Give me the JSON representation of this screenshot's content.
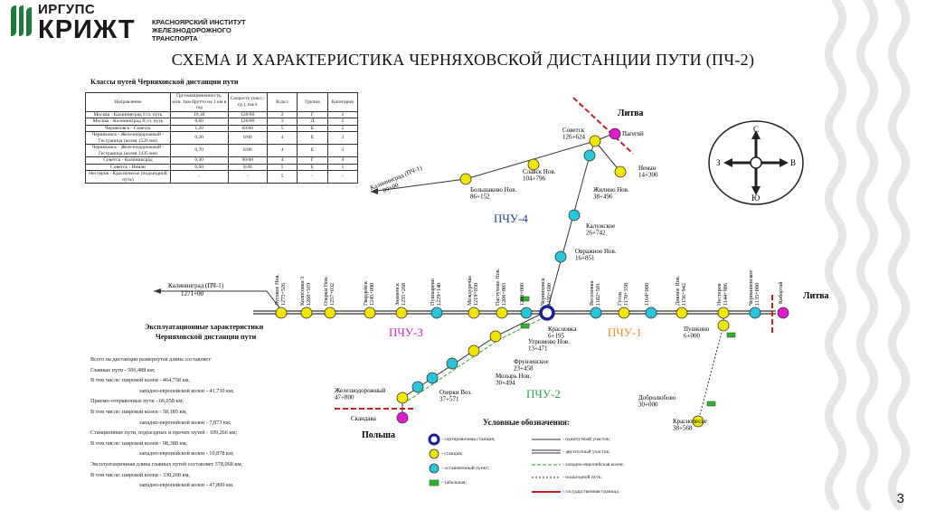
{
  "header": {
    "logo_top": "ИРГУПС",
    "logo_main": "КРИЖТ",
    "logo_sub": "КРАСНОЯРСКИЙ ИНСТИТУТ ЖЕЛЕЗНОДОРОЖНОГО ТРАНСПОРТА",
    "title": "СХЕМА И ХАРАКТЕРИСТИКА ЧЕРНЯХОВСКОЙ ДИСТАНЦИИ ПУТИ (ПЧ-2)"
  },
  "table": {
    "title": "Классы путей Черняховской дистанции пути",
    "headers": [
      "Направление",
      "Грузонапряженность, млн. ткм брутто на 1 км в год",
      "Скорость (пасс./гр.), км/ч",
      "Класс",
      "Группа",
      "Категория"
    ],
    "rows": [
      [
        "Москва - Калининград I гл. путь",
        "19,30",
        "120/80",
        "2",
        "Г",
        "2"
      ],
      [
        "Москва - Калининград II гл. путь",
        "8,60",
        "120/80",
        "3",
        "Д",
        "2"
      ],
      [
        "Черняховск - Советск",
        "1,20",
        "60/60",
        "5",
        "Е",
        "5"
      ],
      [
        "Черняховск - Железнодорожный - Гесграница (колея 1520 мм)",
        "0,20",
        "0/80",
        "4",
        "Е",
        "3"
      ],
      [
        "Черняховск - Железнодорожный - Гесграница (колея 1435 мм)",
        "0,70",
        "0/80",
        "4",
        "Е",
        "3"
      ],
      [
        "Советск - Калининград",
        "0,30",
        "90/60",
        "4",
        "Г",
        "4"
      ],
      [
        "Советск - Неман",
        "0,60",
        "0/40",
        "5",
        "Е",
        "5"
      ],
      [
        "Нестеров - Краснолесье (подъездной путь)",
        "-",
        "-",
        "5",
        "-",
        "-"
      ]
    ]
  },
  "ops": {
    "title_line1": "Эксплуатационные характеристики",
    "title_line2": "Черняховской дистанции пути",
    "lines": [
      "Всего на дистанции развернутая длина составляет:",
      "Главные пути - 506,488 км;",
      "В том числе: широкой колеи - 464,758 км,",
      "западно-европейской колеи - 41,730 км;",
      "Приемо-отправочные пути - 66,058 км;",
      "В том числе: широкой колеи - 58,185 км,",
      "западно-европейской колеи - 7,873 км;",
      "Станционные пути, подъездных и прочих путей - 109,266 км;",
      "В том числе: широкой колеи - 98,388 км,",
      "западно-европейской колеи - 10,878 км;",
      "Эксплуатационная длина главных путей составляет 378,068 км;",
      "В том числе: широкой колеи - 330,268 км,",
      "западно-европейской колеи - 47,800 км."
    ]
  },
  "map": {
    "countries": {
      "lithuania_top": "Литва",
      "lithuania_right": "Литва",
      "poland": "Польша"
    },
    "pchu": {
      "pchu1": "ПЧУ-1",
      "pchu2": "ПЧУ-2",
      "pchu3": "ПЧУ-3",
      "pchu4": "ПЧУ-4"
    },
    "kaliningrad_main": "Калининград (ПЧ-1)\n1271+00",
    "kaliningrad_branch": "Калининград (ПЧ-1)\n89+00",
    "compass": {
      "n": "С",
      "s": "Ю",
      "w": "З",
      "e": "В"
    },
    "stations_main": [
      {
        "name": "Луговое Нов.\n1275+526",
        "kind": "station"
      },
      {
        "name": "Колосовка 3\n1260+319",
        "kind": "station"
      },
      {
        "name": "Озерки Нов.\n1257+032",
        "kind": "station"
      },
      {
        "name": "Гвардейск\n1245+098",
        "kind": "station"
      },
      {
        "name": "Знаменск\n1235+268",
        "kind": "station"
      },
      {
        "name": "Пушкарево\n1229+140",
        "kind": "stop"
      },
      {
        "name": "Междуречье\n1219+850",
        "kind": "station"
      },
      {
        "name": "Пастухово Нов.\n1206+803",
        "kind": "station"
      },
      {
        "name": "1200+000",
        "kind": "stop"
      },
      {
        "name": "Черняховск\n1195+600",
        "kind": "sort"
      },
      {
        "name": "Веселовка\n1182+501",
        "kind": "stop"
      },
      {
        "name": "Гусев\n1170+358",
        "kind": "station"
      },
      {
        "name": "1164+000",
        "kind": "stop"
      },
      {
        "name": "Дивное Нов.\n1156+942",
        "kind": "station"
      },
      {
        "name": "Нестеров\n1144+986",
        "kind": "station"
      },
      {
        "name": "Чернышевское\n1135+000",
        "kind": "stop"
      },
      {
        "name": "Кибартай",
        "kind": "foreign"
      }
    ],
    "stations_north": [
      {
        "name": "Большаково Нов.\n86+152"
      },
      {
        "name": "Славск Нов.\n104+796"
      },
      {
        "name": "Советск\n126+624"
      },
      {
        "name": "Пагегяй"
      },
      {
        "name": "Неман\n14+300"
      },
      {
        "name": "Жилино Нов.\n38+496"
      },
      {
        "name": "Калужское\n26+742"
      },
      {
        "name": "Овражное Нов.\n16+851"
      }
    ],
    "stations_south": [
      {
        "name": "Красновка\n6+195"
      },
      {
        "name": "Угрюмово Нов.\n13+471"
      },
      {
        "name": "Фрунзенское\n23+458"
      },
      {
        "name": "Мозырь Нов.\n30+494"
      },
      {
        "name": "Озерки Воз.\n37+571"
      },
      {
        "name": "Железнодорожный\n47+800"
      },
      {
        "name": "Скандава"
      }
    ],
    "stations_east": [
      {
        "name": "Пушкино\n6+000"
      },
      {
        "name": "Добролюбово\n30+000"
      },
      {
        "name": "Краснолесье\n38+568"
      }
    ]
  },
  "legend": {
    "title": "Условные обозначения:",
    "items": [
      "- сортировочная станция;",
      "- станция;",
      "- остановочный пункт;",
      "- табельная;",
      "- однопутный участок;",
      "- двухпутный участок;",
      "- западно-европейская колея;",
      "- подъездной путь;",
      "- государственная граница."
    ]
  },
  "page_number": "3",
  "colors": {
    "station": "#f2e600",
    "stop": "#27c7d9",
    "foreign": "#e21bd1",
    "sort": "#1b1f9e",
    "border": "#c81e1e",
    "europe": "#55b04a",
    "pchu": "#c81ec8",
    "pchu1": "#f08a1e",
    "pchu2": "#2aa84a",
    "pchu4": "#1b3aa0"
  }
}
